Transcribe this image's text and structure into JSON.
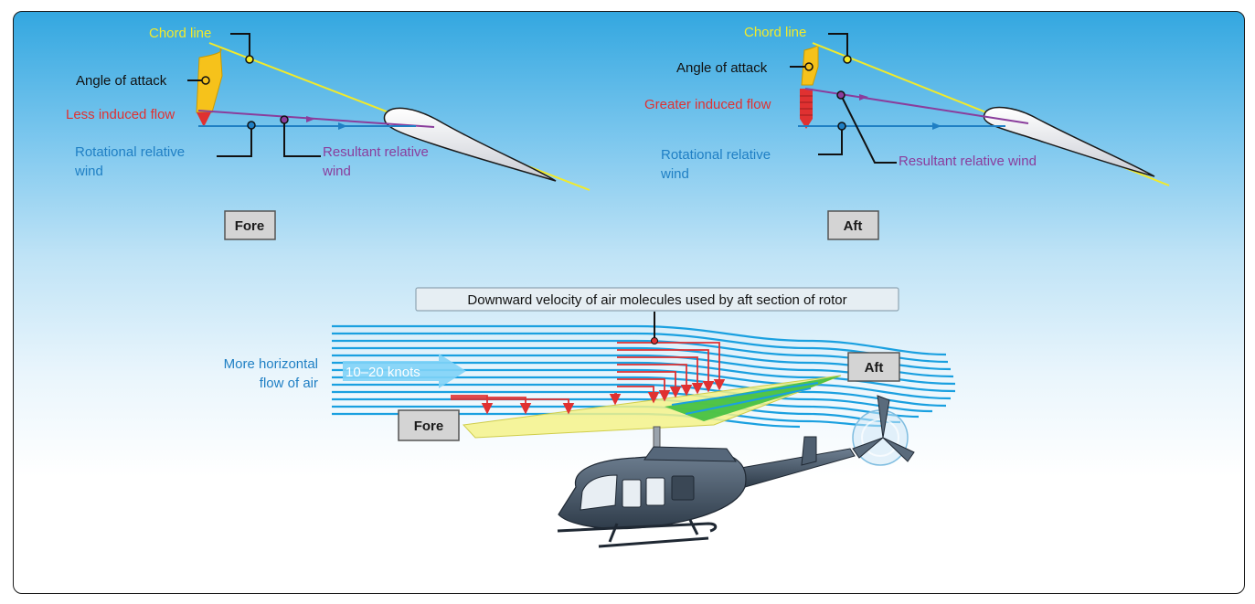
{
  "fore_diagram": {
    "chord_line": "Chord line",
    "angle_of_attack": "Angle of attack",
    "induced_flow": "Less induced flow",
    "rotational_wind_line1": "Rotational relative",
    "rotational_wind_line2": "wind",
    "resultant_wind_line1": "Resultant relative",
    "resultant_wind_line2": "wind",
    "caption": "Fore"
  },
  "aft_diagram": {
    "chord_line": "Chord line",
    "angle_of_attack": "Angle of attack",
    "induced_flow": "Greater induced flow",
    "rotational_wind_line1": "Rotational relative",
    "rotational_wind_line2": "wind",
    "resultant_wind": "Resultant relative wind",
    "caption": "Aft"
  },
  "rotor_view": {
    "banner": "Downward velocity of air molecules used by aft section of rotor",
    "horizontal_flow_line1": "More horizontal",
    "horizontal_flow_line2": "flow of air",
    "speed": "10–20 knots",
    "fore_label": "Fore",
    "aft_label": "Aft"
  },
  "colors": {
    "chord": "#f2ea2a",
    "induced": "#e03131",
    "rotational": "#1f7fc4",
    "resultant": "#8a3d9c",
    "airflow": "#1aa0e0",
    "aoa_arc": "#f6c21b"
  }
}
